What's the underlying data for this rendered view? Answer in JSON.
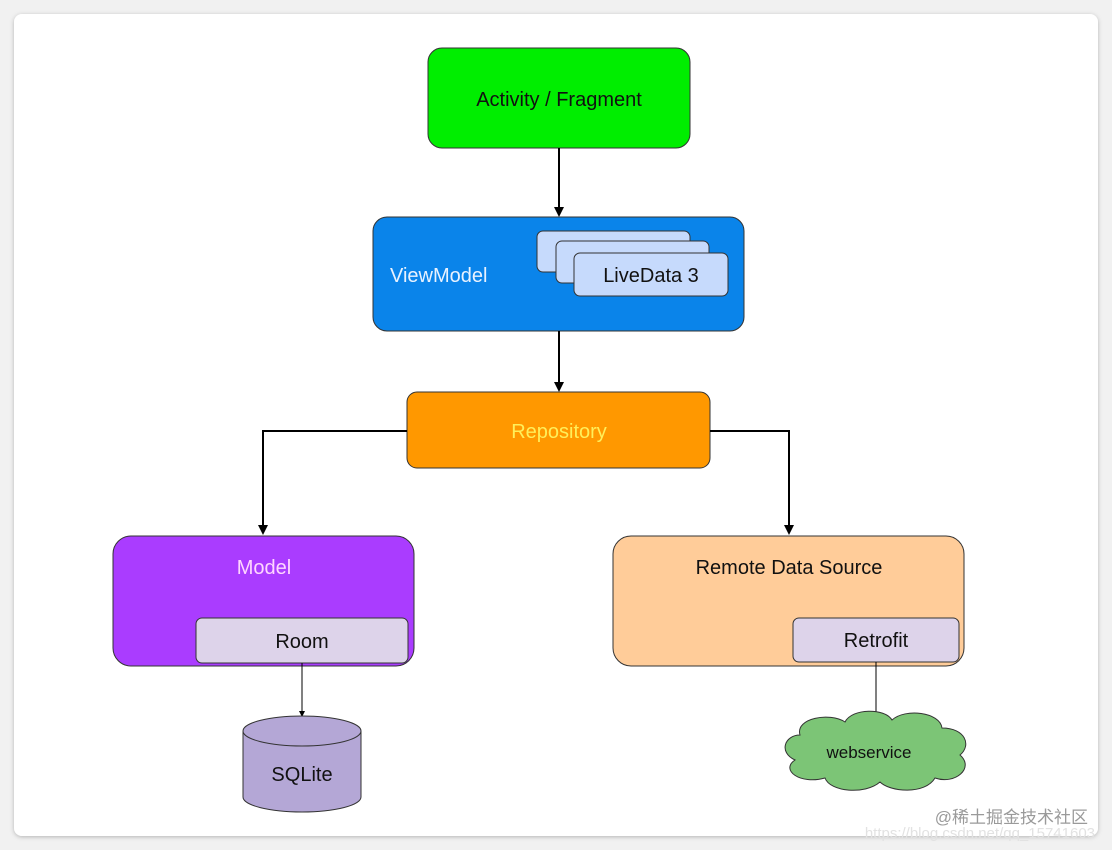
{
  "nodes": {
    "activity": {
      "label": "Activity / Fragment",
      "color": "#00ee00"
    },
    "viewmodel": {
      "label": "ViewModel",
      "color": "#0a84ea"
    },
    "livedata": {
      "label": "LiveData 3",
      "color": "#c6dafc"
    },
    "repository": {
      "label": "Repository",
      "color": "#ff9800",
      "text_color": "#ffef5a"
    },
    "model": {
      "label": "Model",
      "color": "#aa3cff",
      "text_color": "#ffd6ff"
    },
    "room": {
      "label": "Room",
      "color": "#ddd3ea"
    },
    "remote": {
      "label": "Remote Data Source",
      "color": "#ffcc99"
    },
    "retrofit": {
      "label": "Retrofit",
      "color": "#ddd3ea"
    },
    "sqlite": {
      "label": "SQLite",
      "color": "#b4a7d6"
    },
    "webservice": {
      "label": "webservice",
      "color": "#7cc576"
    }
  },
  "watermark": {
    "brand": "@稀土掘金技术社区",
    "url": "https://blog.csdn.net/qq_15741603"
  }
}
